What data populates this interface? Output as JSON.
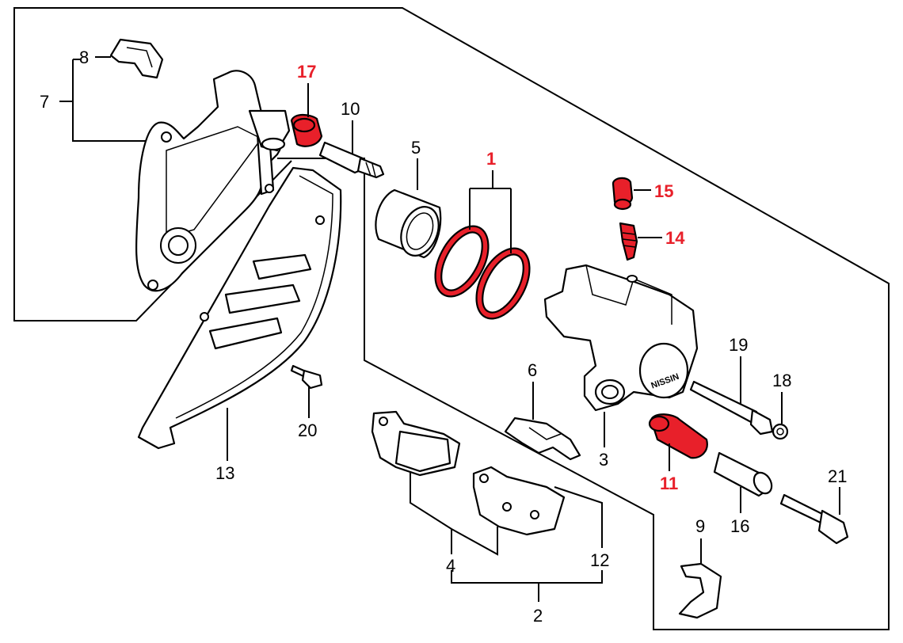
{
  "highlight_color": "#e8202a",
  "callouts": [
    {
      "id": "c1",
      "text": "1",
      "highlighted": true
    },
    {
      "id": "c2",
      "text": "2",
      "highlighted": false
    },
    {
      "id": "c3",
      "text": "3",
      "highlighted": false
    },
    {
      "id": "c4",
      "text": "4",
      "highlighted": false
    },
    {
      "id": "c5",
      "text": "5",
      "highlighted": false
    },
    {
      "id": "c6",
      "text": "6",
      "highlighted": false
    },
    {
      "id": "c7",
      "text": "7",
      "highlighted": false
    },
    {
      "id": "c8",
      "text": "8",
      "highlighted": false
    },
    {
      "id": "c9",
      "text": "9",
      "highlighted": false
    },
    {
      "id": "c10",
      "text": "10",
      "highlighted": false
    },
    {
      "id": "c11",
      "text": "11",
      "highlighted": true
    },
    {
      "id": "c12",
      "text": "12",
      "highlighted": false
    },
    {
      "id": "c13",
      "text": "13",
      "highlighted": false
    },
    {
      "id": "c14",
      "text": "14",
      "highlighted": true
    },
    {
      "id": "c15",
      "text": "15",
      "highlighted": true
    },
    {
      "id": "c16",
      "text": "16",
      "highlighted": false
    },
    {
      "id": "c17",
      "text": "17",
      "highlighted": true
    },
    {
      "id": "c18",
      "text": "18",
      "highlighted": false
    },
    {
      "id": "c19",
      "text": "19",
      "highlighted": false
    },
    {
      "id": "c20",
      "text": "20",
      "highlighted": false
    },
    {
      "id": "c21",
      "text": "21",
      "highlighted": false
    }
  ],
  "caliper_marking": "NISSIN"
}
